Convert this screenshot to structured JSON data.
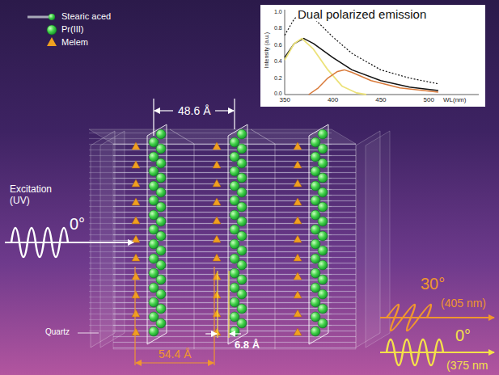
{
  "diagram": {
    "labels": [
      "Dual polarized emission",
      "Intensity (a.u.)",
      "1.0",
      "0.8",
      "0.6",
      "0.4",
      "0.2",
      "0.0",
      "350",
      "400",
      "450",
      "500",
      "WL(nm)",
      "Excitation (UV)",
      "0°",
      "48.6 Å",
      "Quartz",
      "54.4 Å",
      "6.8 Å",
      "30°",
      "(405 nm)",
      "0°",
      "(375 nm"
    ],
    "legend": [
      {
        "text": "Stearic aced"
      },
      {
        "text": "Pr(III)"
      },
      {
        "text": "Melem"
      }
    ]
  }
}
